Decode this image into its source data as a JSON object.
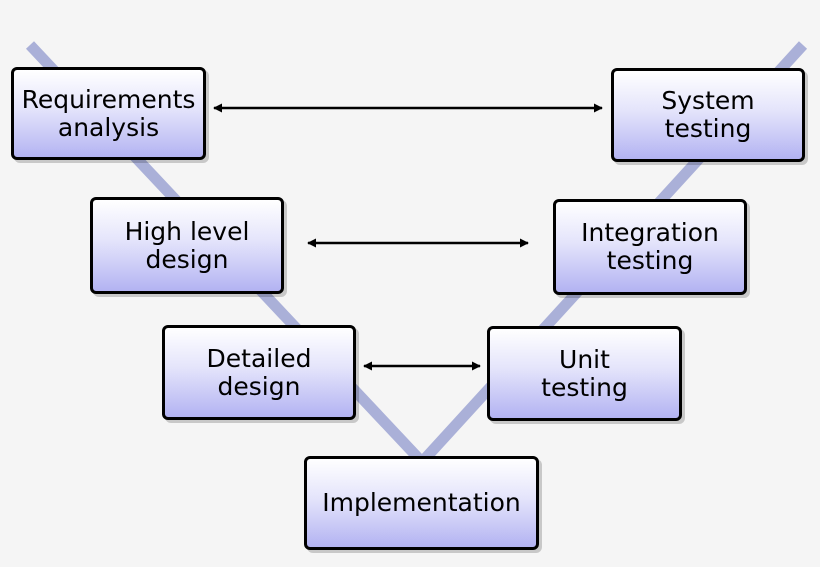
{
  "colors": {
    "background": "#f5f5f5",
    "v_line": "#aab0d8",
    "box_top": "#ffffff",
    "box_bottom": "#b3b3f2",
    "border": "#000000"
  },
  "nodes": {
    "requirements_analysis": "Requirements\nanalysis",
    "high_level_design": "High level\ndesign",
    "detailed_design": "Detailed\ndesign",
    "implementation": "Implementation",
    "unit_testing": "Unit\ntesting",
    "integration_testing": "Integration\ntesting",
    "system_testing": "System\ntesting"
  },
  "relations": [
    {
      "from": "requirements_analysis",
      "to": "system_testing",
      "type": "bidirectional"
    },
    {
      "from": "high_level_design",
      "to": "integration_testing",
      "type": "bidirectional"
    },
    {
      "from": "detailed_design",
      "to": "unit_testing",
      "type": "bidirectional"
    }
  ]
}
